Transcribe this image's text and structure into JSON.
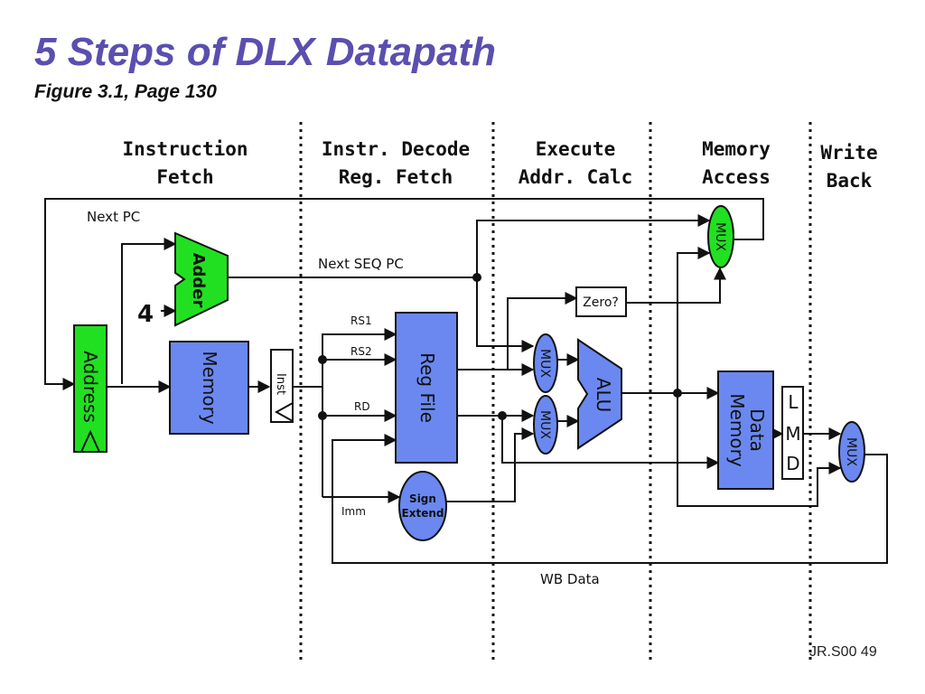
{
  "slide": {
    "title": "5 Steps of DLX Datapath",
    "subtitle": "Figure 3.1, Page 130",
    "footer": "JR.S00 49"
  },
  "stages": [
    {
      "line1": "Instruction",
      "line2": "Fetch"
    },
    {
      "line1": "Instr. Decode",
      "line2": "Reg. Fetch"
    },
    {
      "line1": "Execute",
      "line2": "Addr. Calc"
    },
    {
      "line1": "Memory",
      "line2": "Access"
    },
    {
      "line1": "Write",
      "line2": "Back"
    }
  ],
  "labels": {
    "next_pc": "Next PC",
    "next_seq_pc": "Next SEQ PC",
    "four": "4",
    "rs1": "RS1",
    "rs2": "RS2",
    "rd": "RD",
    "imm": "Imm",
    "wb_data": "WB Data",
    "inst": "Inst"
  },
  "blocks": {
    "address": "Address",
    "adder": "Adder",
    "memory": "Memory",
    "reg_file": "Reg File",
    "sign_extend_1": "Sign",
    "sign_extend_2": "Extend",
    "alu": "ALU",
    "zero": "Zero?",
    "data_memory_1": "Data",
    "data_memory_2": "Memory",
    "lmd_l": "L",
    "lmd_m": "M",
    "lmd_d": "D",
    "mux": "MUX"
  },
  "colors": {
    "title": "#5a4fb0",
    "green": "#21e021",
    "blue": "#6a88f0",
    "line": "#111111"
  }
}
